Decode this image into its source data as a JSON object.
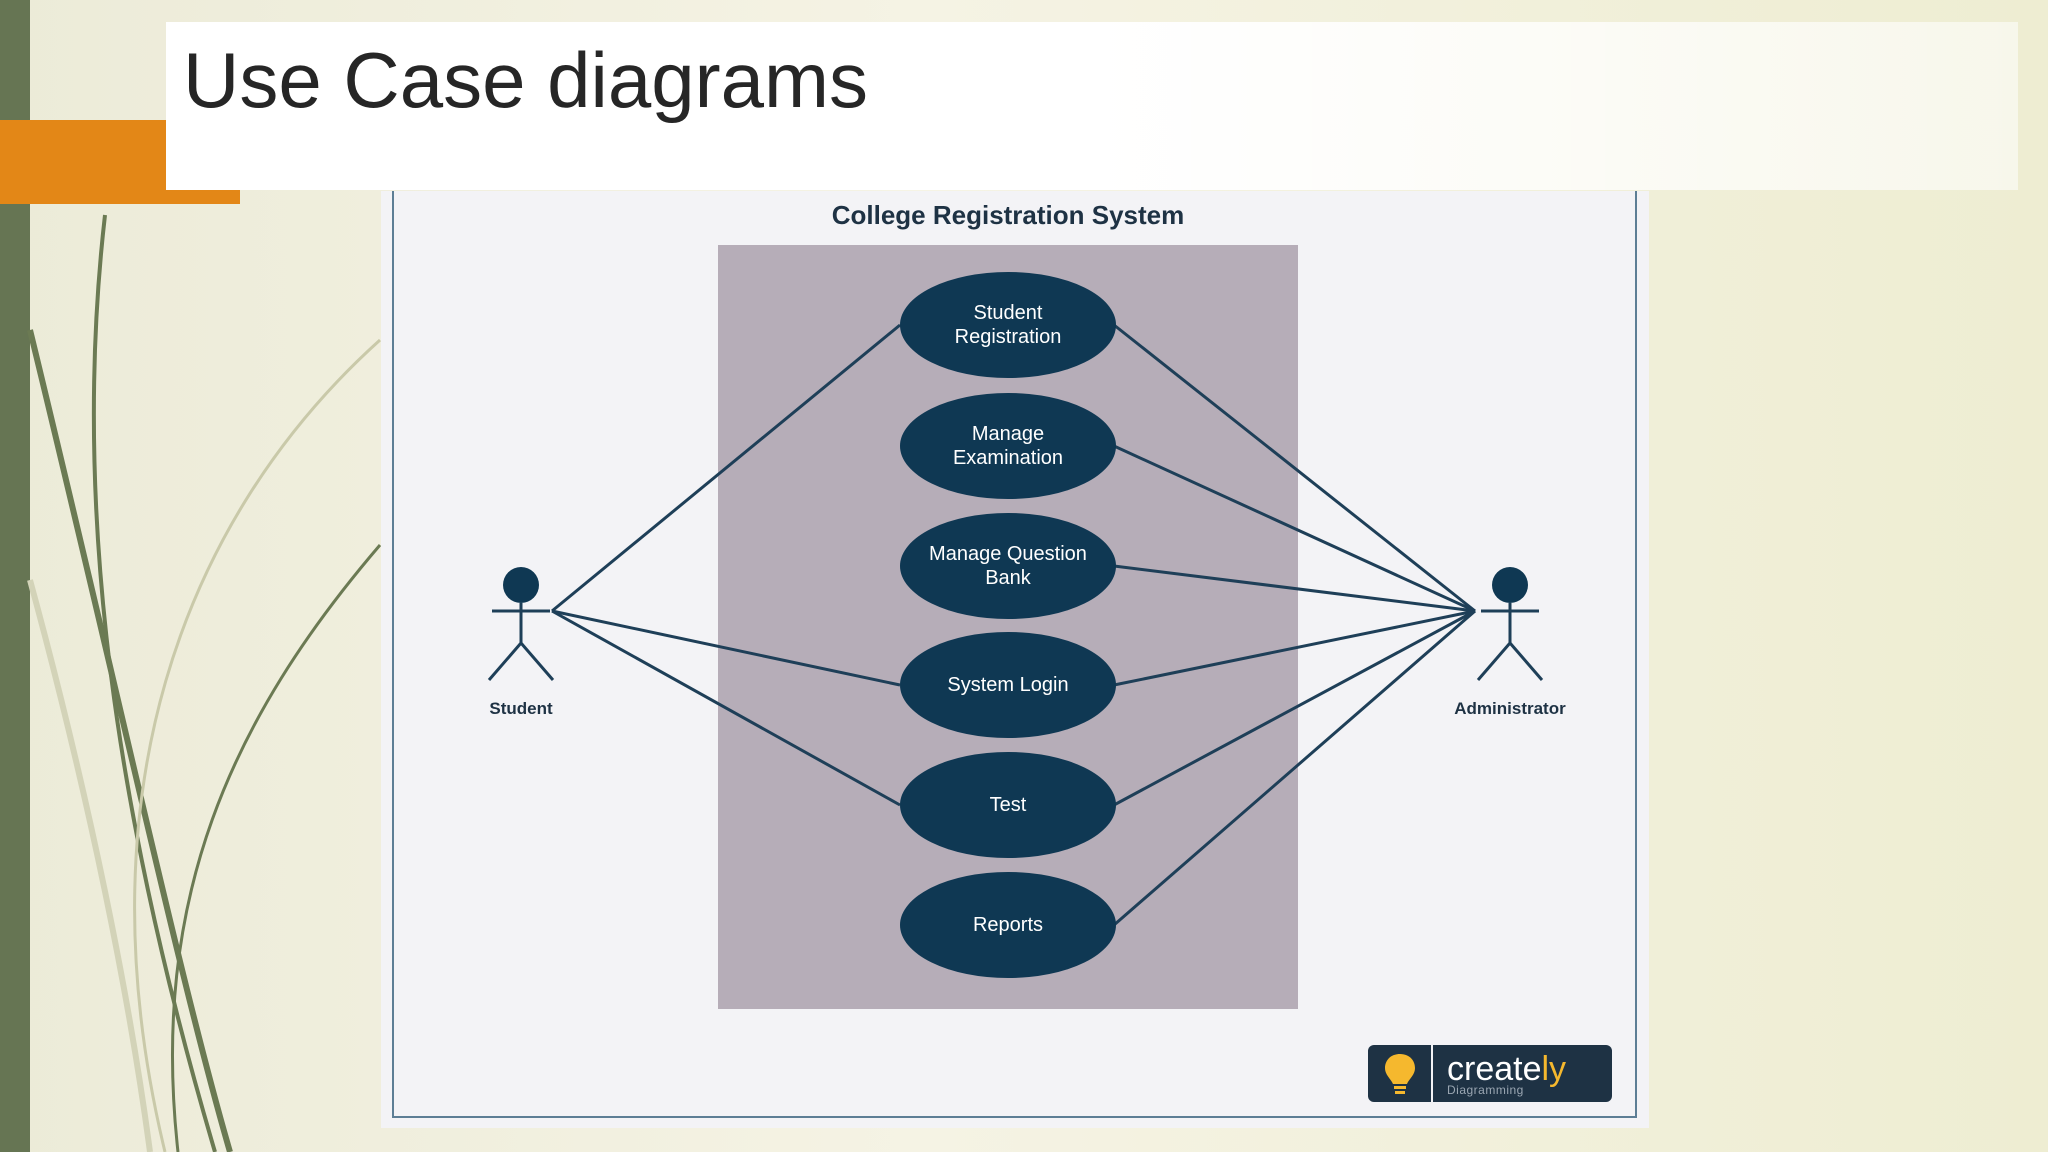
{
  "slide": {
    "title": "Use Case diagrams"
  },
  "diagram": {
    "title": "College Registration System",
    "use_cases": [
      "Student\nRegistration",
      "Manage\nExamination",
      "Manage Question\nBank",
      "System Login",
      "Test",
      "Reports"
    ],
    "actors": [
      "Student",
      "Administrator"
    ],
    "associations": {
      "Student": [
        "Student\nRegistration",
        "System Login",
        "Test"
      ],
      "Administrator": [
        "Student\nRegistration",
        "Manage\nExamination",
        "Manage Question\nBank",
        "System Login",
        "Test",
        "Reports"
      ]
    }
  },
  "logo": {
    "word_main": "create",
    "word_accent": "ly",
    "tagline": "Diagramming"
  },
  "colors": {
    "sidebar": "#667553",
    "accent": "#e38717",
    "usecase_fill": "#0f3853",
    "system_boundary": "#b6adb8",
    "line": "#1e3f58",
    "logo_accent": "#f5b82e"
  },
  "icons": [
    "lightbulb-icon",
    "stick-figure-icon"
  ]
}
